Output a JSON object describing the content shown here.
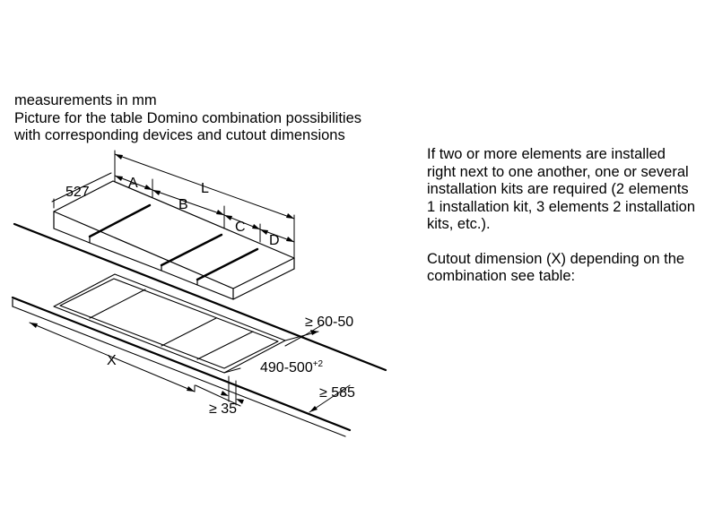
{
  "header": {
    "line1": "measurements in mm",
    "line2": "Picture for the table Domino combination possibilities",
    "line3": "with corresponding devices and cutout dimensions"
  },
  "note": {
    "para1": "If two or more elements are installed right next to one another, one or several installation kits are required (2 elements 1 installation kit, 3 elements 2 installation kits, etc.).",
    "para2": "Cutout dimension (X) depending on the combination see table:"
  },
  "labels": {
    "depth": "527",
    "a": "A",
    "b": "B",
    "c": "C",
    "d": "D",
    "l": "L",
    "x": "X",
    "front_gap": "≥ 35",
    "cutout_depth": "490-500",
    "cutout_depth_tol": "+2",
    "back_gap": "≥ 60-50",
    "worktop_depth": "≥ 585"
  }
}
